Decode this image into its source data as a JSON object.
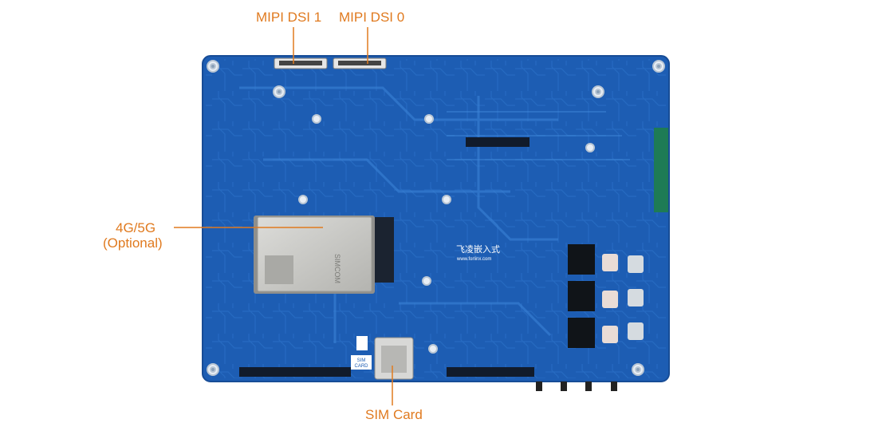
{
  "callouts": {
    "mipi_dsi_1": "MIPI DSI 1",
    "mipi_dsi_0": "MIPI DSI 0",
    "cellular_line1": "4G/5G",
    "cellular_line2": "(Optional)",
    "sim_card": "SIM Card"
  },
  "board": {
    "sim_slot_label_line1": "SIM",
    "sim_slot_label_line2": "CARD",
    "logo_text": "飞凌嵌入式",
    "logo_url": "www.forlinx.com",
    "module_marking": "SIMCOM"
  },
  "colors": {
    "pcb": "#1f5fb5",
    "pcb_edge": "#174c96",
    "trace": "#2d74cc",
    "callout": "#e07a1f",
    "module": "#c9c9c6"
  }
}
